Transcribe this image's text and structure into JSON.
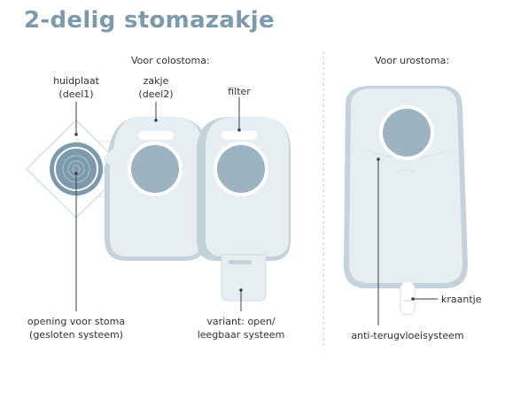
{
  "title": "2-delig stomazakje",
  "sections": {
    "colostoma_header": "Voor colostoma:",
    "urostoma_header": "Voor urostoma:"
  },
  "labels": {
    "huidplaat": "huidplaat",
    "deel1": "(deel1)",
    "zakje": "zakje",
    "deel2": "(deel2)",
    "filter": "filter",
    "opening": "opening voor stoma",
    "gesloten": "(gesloten systeem)",
    "variant": "variant: open/",
    "leegbaar": "leegbaar systeem",
    "kraantje": "kraantje",
    "anti": "anti-terugvloeisysteem"
  },
  "colors": {
    "title": "#7c9aab",
    "bag_fill": "#e6eef2",
    "bag_shadow": "#c4d3db",
    "stoma_fill": "#9db3c0",
    "plate_ring": "#7c9aab",
    "line": "#3a4147"
  }
}
